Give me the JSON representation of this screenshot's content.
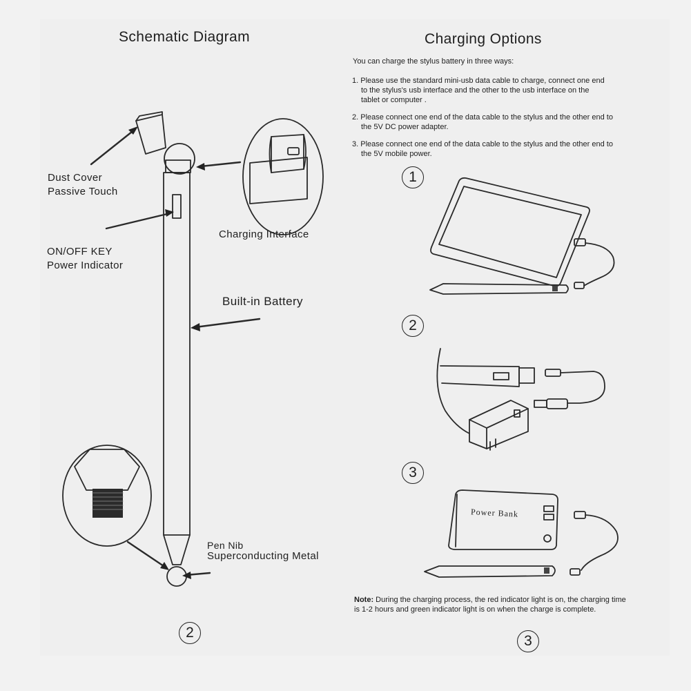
{
  "left": {
    "title": "Schematic Diagram",
    "labels": {
      "dust_cover": "Dust Cover",
      "passive_touch": "Passive Touch",
      "on_off_key": "ON/OFF KEY",
      "power_indicator": "Power Indicator",
      "charging_interface": "Charging Interface",
      "built_in_battery": "Built-in Battery",
      "pen_nib": "Pen Nib",
      "superconducting_metal": "Superconducting Metal"
    },
    "page_number": "2"
  },
  "right": {
    "title": "Charging Options",
    "intro": "You can charge the stylus battery in three ways:",
    "items": [
      {
        "line1": "1. Please use the standard mini-usb data cable to charge, connect one end",
        "line2": "to the stylus's usb interface and the other to the usb interface on the",
        "line3": "tablet or computer ."
      },
      {
        "line1": "2. Please connect one end of the data cable to the stylus and the other end to",
        "line2": "the 5V DC power adapter."
      },
      {
        "line1": "3. Please connect one end of the data cable  to the stylus and the other end to",
        "line2": "the 5V mobile power."
      }
    ],
    "step_numbers": [
      "1",
      "2",
      "3"
    ],
    "power_bank_label": "Power Bank",
    "note_label": "Note:",
    "note_line1": " During the charging process, the red indicator light is on, the charging time",
    "note_line2": "is 1-2 hours and green indicator light is on when the charge is complete.",
    "page_number": "3"
  }
}
